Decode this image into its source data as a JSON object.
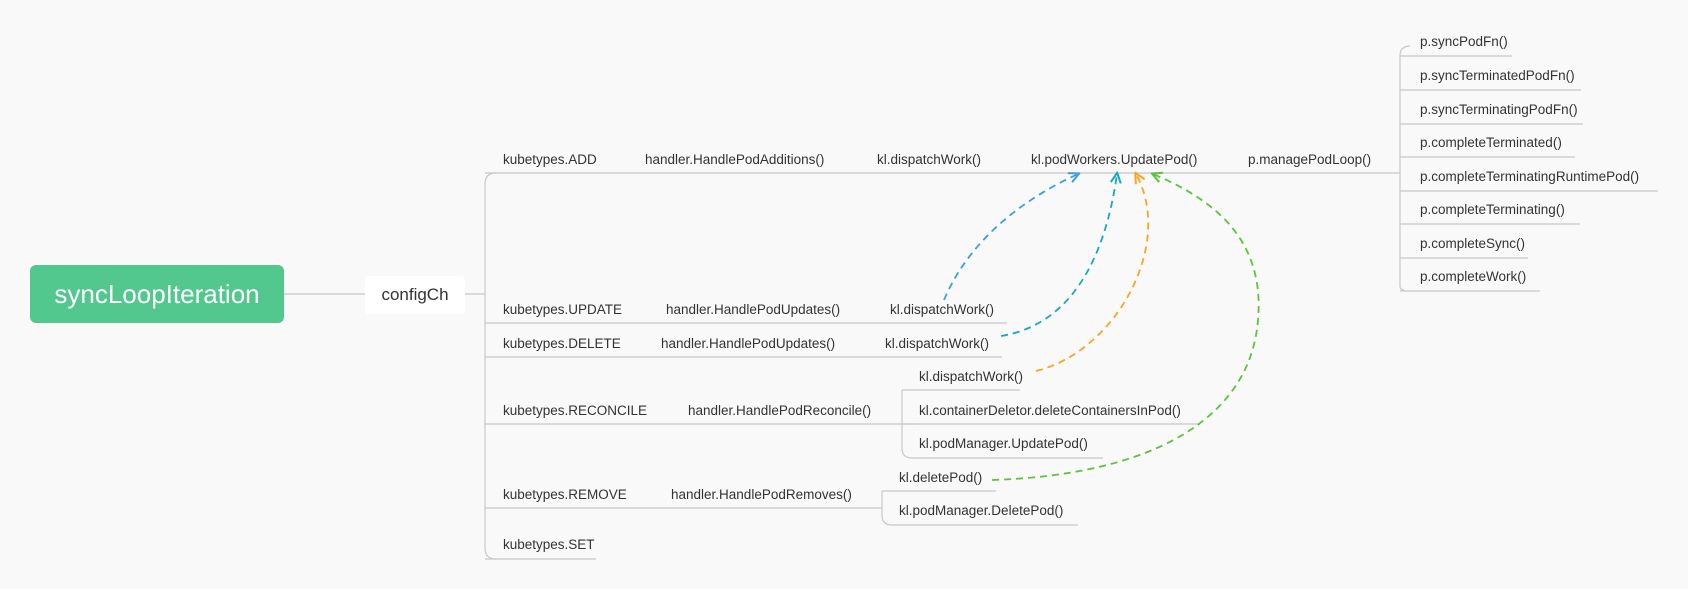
{
  "root": {
    "label": "syncLoopIteration"
  },
  "branch": {
    "label": "configCh"
  },
  "events": {
    "add": "kubetypes.ADD",
    "update": "kubetypes.UPDATE",
    "delete": "kubetypes.DELETE",
    "reconcile": "kubetypes.RECONCILE",
    "remove": "kubetypes.REMOVE",
    "set": "kubetypes.SET"
  },
  "handlers": {
    "add": "handler.HandlePodAdditions()",
    "update": "handler.HandlePodUpdates()",
    "delete": "handler.HandlePodUpdates()",
    "reconcile": "handler.HandlePodReconcile()",
    "remove": "handler.HandlePodRemoves()"
  },
  "calls": {
    "add_dispatch": "kl.dispatchWork()",
    "update_dispatch": "kl.dispatchWork()",
    "delete_dispatch": "kl.dispatchWork()",
    "reconcile_dispatch": "kl.dispatchWork()",
    "reconcile_delete_containers": "kl.containerDeletor.deleteContainersInPod()",
    "reconcile_update_pod": "kl.podManager.UpdatePod()",
    "remove_delete_pod": "kl.deletePod()",
    "remove_manager_delete": "kl.podManager.DeletePod()",
    "update_pod": "kl.podWorkers.UpdatePod()",
    "manage_loop": "p.managePodLoop()"
  },
  "loop_items": [
    "p.syncPodFn()",
    "p.syncTerminatedPodFn()",
    "p.syncTerminatingPodFn()",
    "p.completeTerminated()",
    "p.completeTerminatingRuntimePod()",
    "p.completeTerminating()",
    "p.completeSync()",
    "p.completeWork()"
  ],
  "colors": {
    "root_fill": "#52c78e",
    "line": "#c8c8c8",
    "arrow_blue": "#3aa0e0",
    "arrow_teal": "#16a9c4",
    "arrow_orange": "#f5a623",
    "arrow_green": "#5cc43a"
  }
}
